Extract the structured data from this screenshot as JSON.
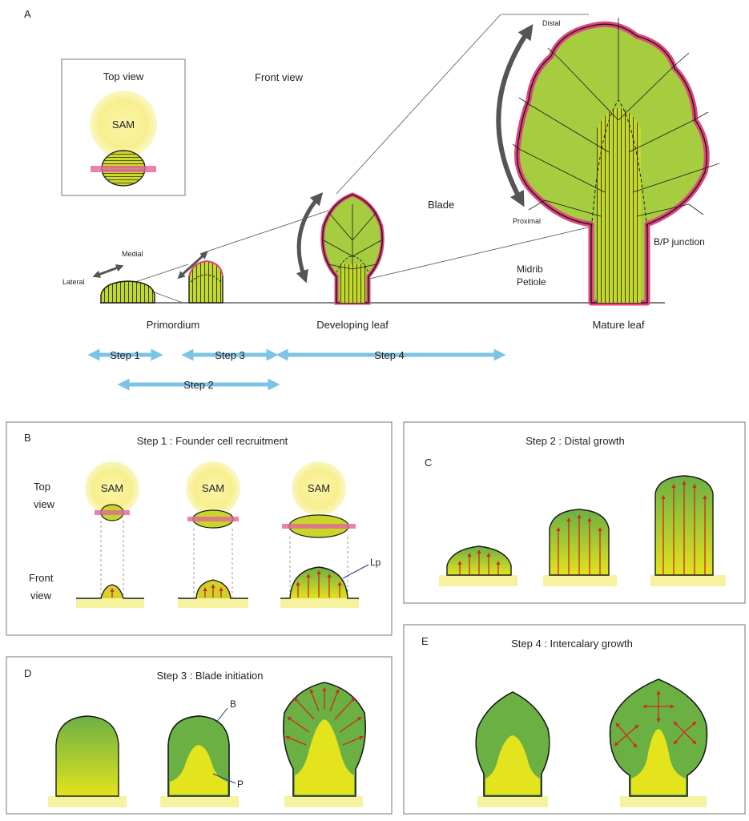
{
  "panel_a": {
    "letter": "A",
    "top_view": "Top view",
    "front_view": "Front view",
    "sam": "SAM",
    "lateral": "Lateral",
    "medial": "Medial",
    "distal": "Distal",
    "proximal": "Proximal",
    "blade": "Blade",
    "bp_junction": "B/P junction",
    "midrib": "Midrib",
    "petiole": "Petiole",
    "primordium": "Primordium",
    "developing_leaf": "Developing leaf",
    "mature_leaf": "Mature leaf",
    "step1": "Step 1",
    "step2": "Step 2",
    "step3": "Step 3",
    "step4": "Step 4"
  },
  "panel_b": {
    "letter": "B",
    "title": "Step 1 : Founder cell recruitment",
    "top_line1": "Top",
    "top_line2": "view",
    "front_line1": "Front",
    "front_line2": "view",
    "sam": "SAM",
    "lp": "Lp"
  },
  "panel_c": {
    "letter": "C",
    "title": "Step 2 : Distal growth"
  },
  "panel_d": {
    "letter": "D",
    "title": "Step 3 : Blade initiation",
    "b": "B",
    "p": "P"
  },
  "panel_e": {
    "letter": "E",
    "title": "Step 4 : Intercalary growth"
  },
  "colors": {
    "leaf_green": "#9ac83c",
    "dark_green": "#6bb043",
    "yellow": "#e8e41c",
    "sam_yellow": "#f7f1a6",
    "margin_pink": "#e0457b",
    "step_blue": "#7cc3e6",
    "arrow_red": "#cc2b1f"
  }
}
